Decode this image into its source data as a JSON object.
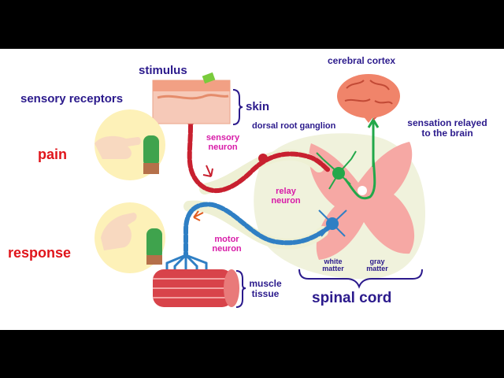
{
  "labels": {
    "stimulus": "stimulus",
    "sensory_receptors": "sensory receptors",
    "skin": "skin",
    "pain": "pain",
    "response": "response",
    "cerebral_cortex": "cerebral cortex",
    "sensation_line1": "sensation relayed",
    "sensation_line2": "to the brain",
    "dorsal_root_ganglion": "dorsal root ganglion",
    "sensory_neuron_line1": "sensory",
    "sensory_neuron_line2": "neuron",
    "relay_neuron_line1": "relay",
    "relay_neuron_line2": "neuron",
    "motor_neuron_line1": "motor",
    "motor_neuron_line2": "neuron",
    "white_matter_line1": "white",
    "white_matter_line2": "matter",
    "gray_matter_line1": "gray",
    "gray_matter_line2": "matter",
    "muscle_tissue_line1": "muscle",
    "muscle_tissue_line2": "tissue",
    "spinal_cord": "spinal cord"
  },
  "colors": {
    "label_navy": "#2b1a8c",
    "label_magenta": "#d81ba8",
    "label_red": "#e0151b",
    "sensory_neuron": "#c8202f",
    "motor_neuron": "#2f7fc4",
    "relay_neuron": "#22a84a",
    "brain": "#f0846a",
    "gray_matter": "#f6a8a4",
    "white_matter": "#f0f2dc"
  },
  "icons": [
    "cactus-icon",
    "hand-icon",
    "brain-icon",
    "muscle-icon",
    "skin-icon"
  ]
}
